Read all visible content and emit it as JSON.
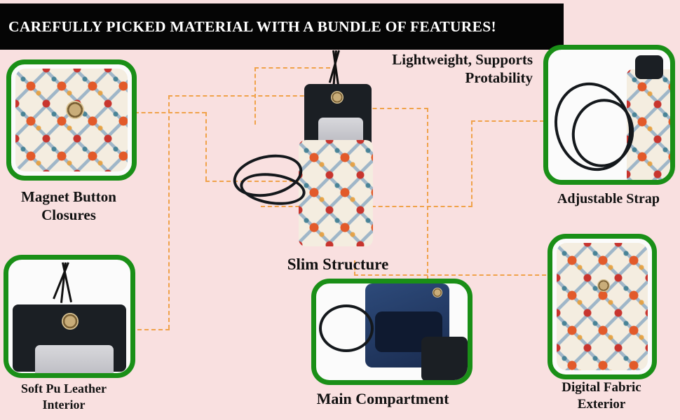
{
  "banner": {
    "title": "CAREFULLY PICKED MATERIAL WITH A BUNDLE OF FEATURES!"
  },
  "features": {
    "lightweight": {
      "line1": "Lightweight, Supports",
      "line2": "Protability"
    },
    "magnet": {
      "line1": "Magnet Button",
      "line2": "Closures"
    },
    "strap": {
      "line1": "Adjustable Strap"
    },
    "slim": {
      "line1": "Slim Structure"
    },
    "leather": {
      "line1": "Soft Pu Leather",
      "line2": "Interior"
    },
    "compartment": {
      "line1": "Main Compartment"
    },
    "fabric": {
      "line1": "Digital Fabric",
      "line2": "Exterior"
    }
  },
  "colors": {
    "background": "#f9e0e0",
    "banner_bg": "#050505",
    "frame_green": "#1a8f17",
    "leader_orange": "#f0a24a"
  }
}
